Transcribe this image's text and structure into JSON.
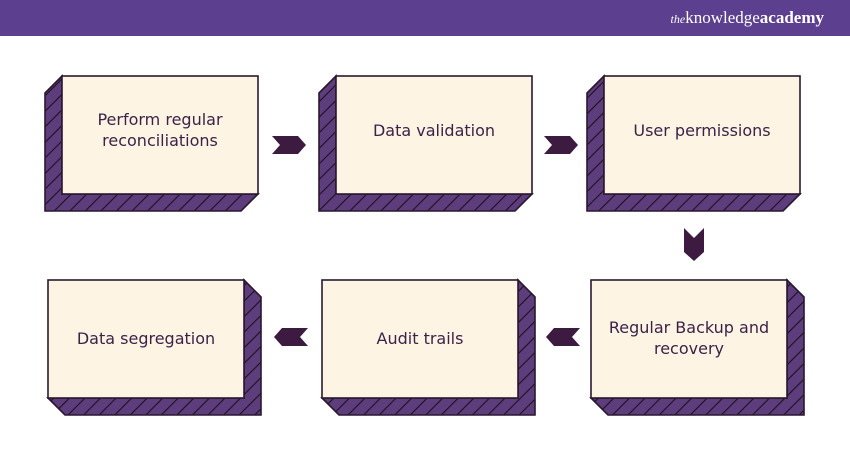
{
  "brand": {
    "prefix": "the",
    "name_part1": "knowledge",
    "name_part2": "academy"
  },
  "colors": {
    "header": "#5c3f8f",
    "box_fill": "#fdf4e4",
    "box_stroke": "#2a1830",
    "shadow_fill": "#5e3d7c",
    "arrow_fill": "#3d1a40",
    "text": "#3c2248"
  },
  "steps": [
    {
      "label": "Perform regular reconciliations"
    },
    {
      "label": "Data validation"
    },
    {
      "label": "User permissions"
    },
    {
      "label": "Regular Backup and recovery"
    },
    {
      "label": "Audit trails"
    },
    {
      "label": "Data segregation"
    }
  ]
}
